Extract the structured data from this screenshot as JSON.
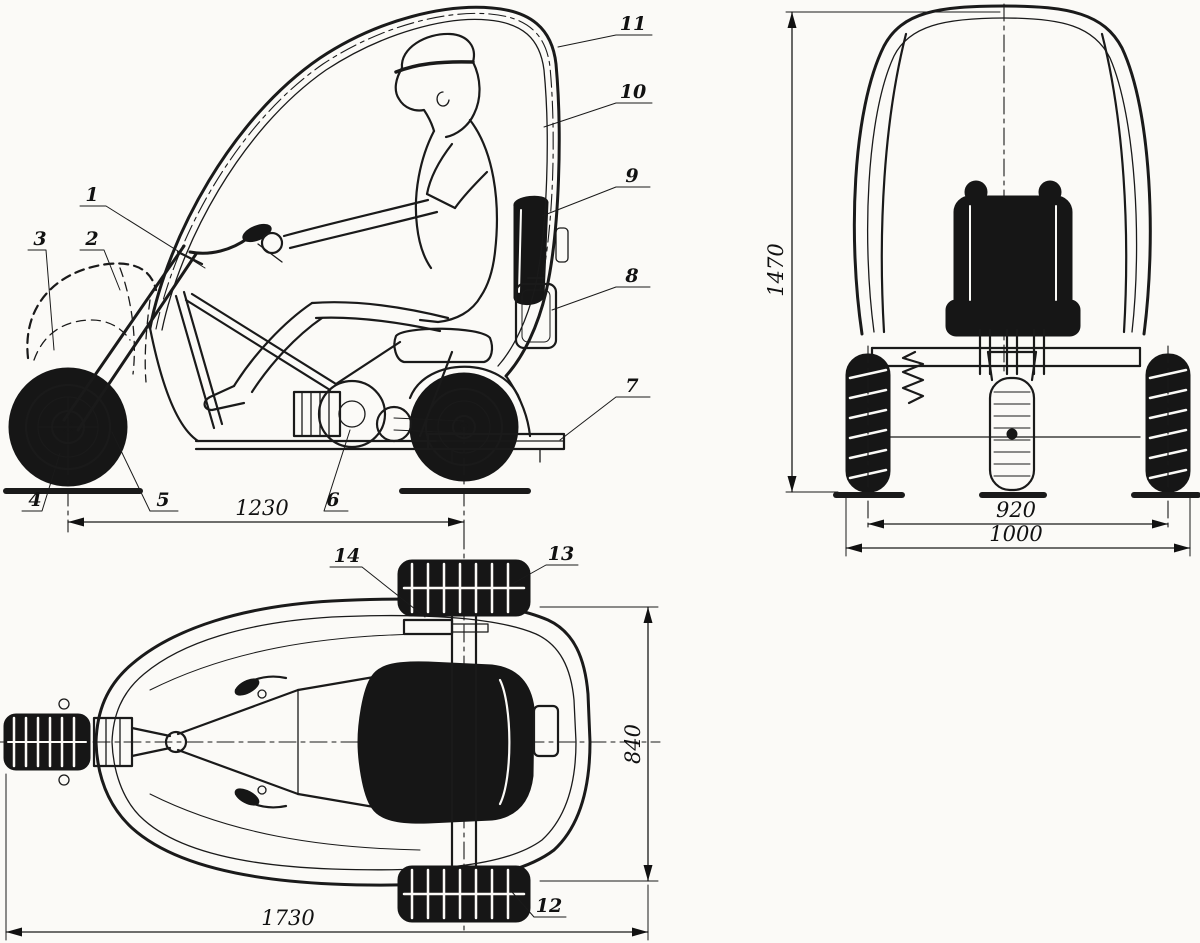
{
  "colors": {
    "ink": "#1a1a1a",
    "paper": "#fbfaf7"
  },
  "side_view": {
    "callouts": {
      "c1": "1",
      "c2": "2",
      "c3": "3",
      "c4": "4",
      "c5": "5",
      "c6": "6",
      "c7": "7",
      "c8": "8",
      "c9": "9",
      "c10": "10",
      "c11": "11"
    },
    "dims": {
      "wheelbase": "1230"
    }
  },
  "front_view": {
    "dims": {
      "height": "1470",
      "track": "920",
      "overall_width": "1000"
    }
  },
  "top_view": {
    "callouts": {
      "c12": "12",
      "c13": "13",
      "c14": "14"
    },
    "dims": {
      "length": "1730",
      "body_width": "840"
    }
  }
}
